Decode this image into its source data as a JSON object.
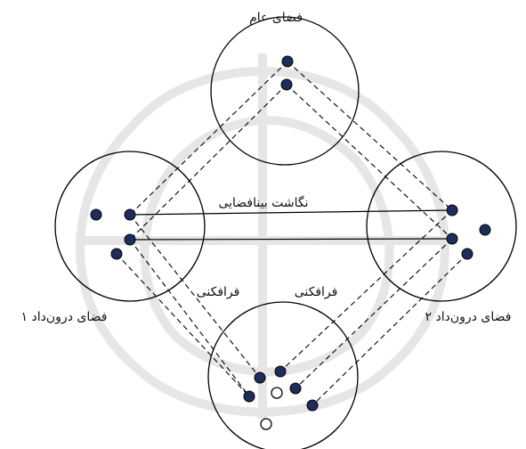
{
  "labels": {
    "generic_space": "فضای عام",
    "cross_space_mapping": "نگاشت بینافضایی",
    "input_space_1": "فضای درون‌داد ۱",
    "input_space_2": "فضای درون‌داد ۲",
    "projection_left": "فرافکنی",
    "projection_right": "فرافکنی"
  },
  "colors": {
    "dot_fill": "#1f2d5c",
    "line": "#000000",
    "watermark": "#e6e6e6"
  }
}
